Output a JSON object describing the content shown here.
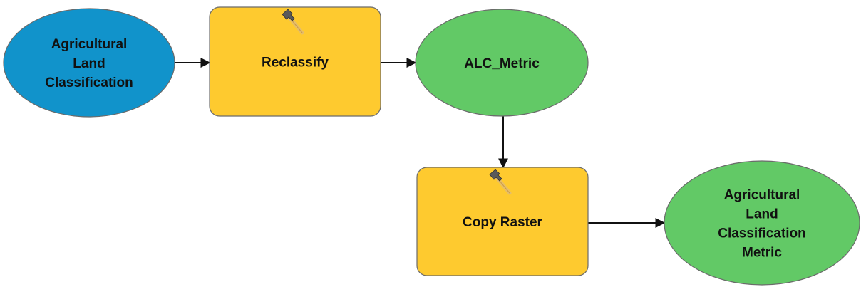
{
  "diagram": {
    "nodes": [
      {
        "id": "input_alc",
        "shape": "ellipse",
        "role": "input-data",
        "fill": "#1193CB",
        "lines": [
          "Agricultural",
          "Land",
          "Classification"
        ]
      },
      {
        "id": "reclassify",
        "shape": "rounded-rect",
        "role": "tool",
        "fill": "#FECA2F",
        "icon": "hammer-icon",
        "lines": [
          "Reclassify"
        ]
      },
      {
        "id": "alc_metric",
        "shape": "ellipse",
        "role": "intermediate-data",
        "fill": "#62C966",
        "lines": [
          "ALC_Metric"
        ]
      },
      {
        "id": "copy_raster",
        "shape": "rounded-rect",
        "role": "tool",
        "fill": "#FECA2F",
        "icon": "hammer-icon",
        "lines": [
          "Copy Raster"
        ]
      },
      {
        "id": "output_alc_metric",
        "shape": "ellipse",
        "role": "output-data",
        "fill": "#62C966",
        "lines": [
          "Agricultural",
          "Land",
          "Classification",
          "Metric"
        ]
      }
    ],
    "edges": [
      {
        "from": "input_alc",
        "to": "reclassify"
      },
      {
        "from": "reclassify",
        "to": "alc_metric"
      },
      {
        "from": "alc_metric",
        "to": "copy_raster"
      },
      {
        "from": "copy_raster",
        "to": "output_alc_metric"
      }
    ],
    "colors": {
      "outline": "#6b6b6b",
      "connector": "#111111"
    }
  }
}
